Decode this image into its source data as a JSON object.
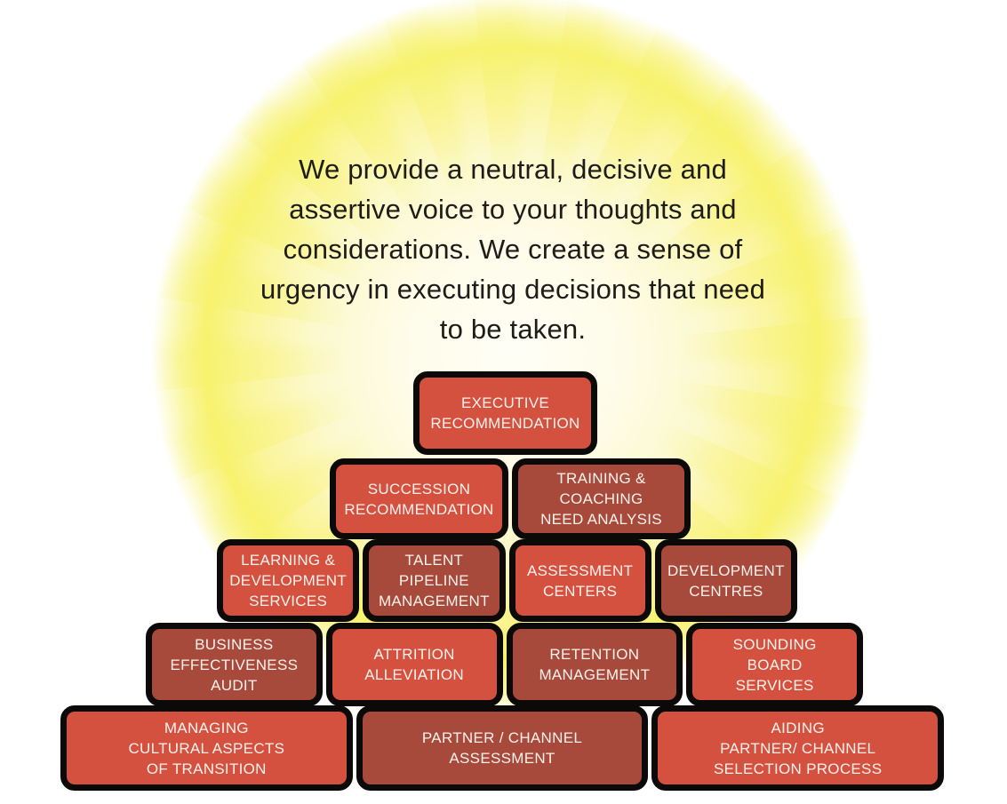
{
  "quote": {
    "text": "We provide a neutral, decisive and\nassertive voice to your thoughts and\nconsiderations. We create a sense of\nurgency in executing decisions that need\nto be taken."
  },
  "background": {
    "glow_center_color": "#FFFEF6",
    "glow_ring_color": "#F8F26E"
  },
  "pyramid": {
    "colors": {
      "light": "#D5513F",
      "dark": "#A84A3B",
      "border": "#0B0A08",
      "text": "#FAF2EC"
    },
    "rows": [
      {
        "boxes": [
          {
            "label": "EXECUTIVE\nRECOMMENDATION",
            "tone": "light"
          }
        ]
      },
      {
        "boxes": [
          {
            "label": "SUCCESSION\nRECOMMENDATION",
            "tone": "light"
          },
          {
            "label": "TRAINING &\nCOACHING\nNEED ANALYSIS",
            "tone": "dark"
          }
        ]
      },
      {
        "boxes": [
          {
            "label": "LEARNING &\nDEVELOPMENT\nSERVICES",
            "tone": "light"
          },
          {
            "label": "TALENT\nPIPELINE\nMANAGEMENT",
            "tone": "dark"
          },
          {
            "label": "ASSESSMENT\nCENTERS",
            "tone": "light"
          },
          {
            "label": "DEVELOPMENT\nCENTRES",
            "tone": "dark"
          }
        ]
      },
      {
        "boxes": [
          {
            "label": "BUSINESS\nEFFECTIVENESS\nAUDIT",
            "tone": "dark"
          },
          {
            "label": "ATTRITION\nALLEVIATION",
            "tone": "light"
          },
          {
            "label": "RETENTION\nMANAGEMENT",
            "tone": "dark"
          },
          {
            "label": "SOUNDING\nBOARD\nSERVICES",
            "tone": "light"
          }
        ]
      },
      {
        "boxes": [
          {
            "label": "MANAGING\nCULTURAL ASPECTS\nOF TRANSITION",
            "tone": "light"
          },
          {
            "label": "PARTNER / CHANNEL\nASSESSMENT",
            "tone": "dark"
          },
          {
            "label": "AIDING\nPARTNER/ CHANNEL\nSELECTION PROCESS",
            "tone": "light"
          }
        ]
      }
    ]
  }
}
